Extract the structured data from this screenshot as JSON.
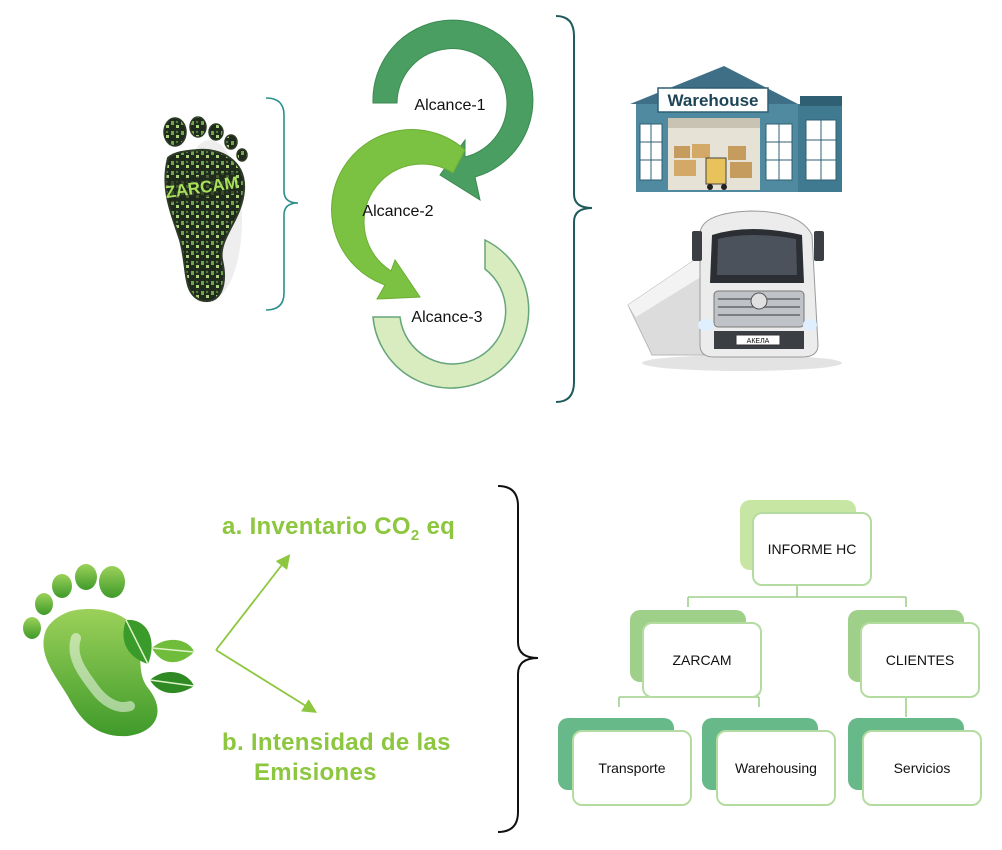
{
  "top": {
    "cycle_labels": [
      "Alcance-1",
      "Alcance-2",
      "Alcance-3"
    ],
    "footprint_logo_text": "ZARCAM",
    "warehouse_sign": "Warehouse",
    "truck_plate": "АКЕЛА"
  },
  "bottom": {
    "item_a_prefix": "a. Inventario CO",
    "item_a_sub": "2",
    "item_a_suffix": " eq",
    "item_b_line1": "b. Intensidad de las",
    "item_b_line2": "Emisiones"
  },
  "org_chart": {
    "root": "INFORME HC",
    "level2": [
      "ZARCAM",
      "CLIENTES"
    ],
    "level3": [
      "Transporte",
      "Warehousing",
      "Servicios"
    ]
  },
  "colors": {
    "alcance1": "#4a9e61",
    "alcance2": "#7bc142",
    "alcance3": "#d8ecc0",
    "label_green": "#8dc63f",
    "bracket_teal": "#1f5a5c"
  }
}
